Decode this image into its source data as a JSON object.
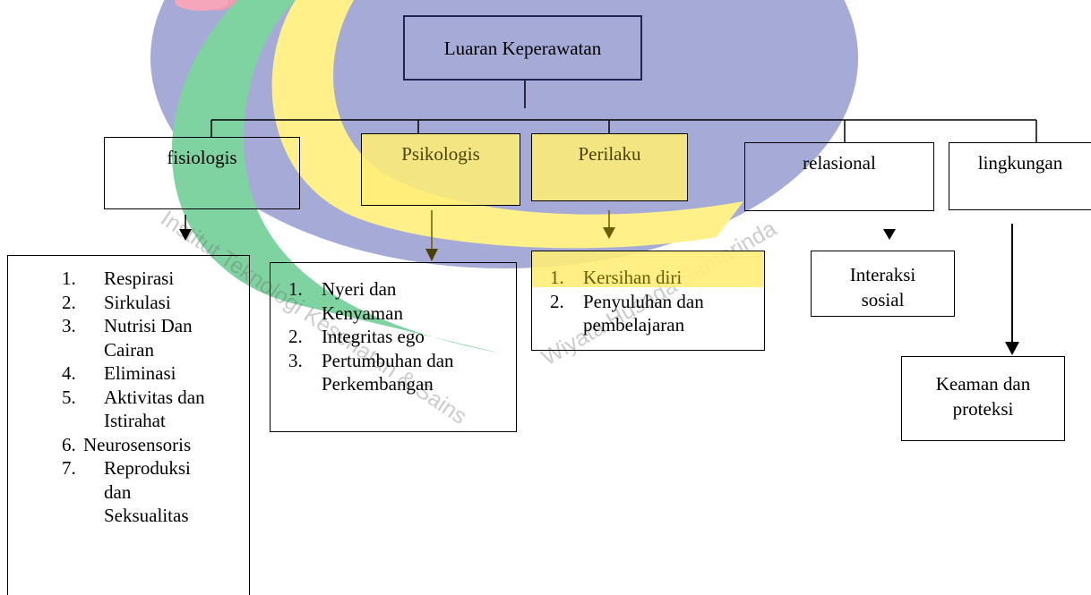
{
  "root": "Luaran Keperawatan",
  "categories": [
    {
      "label": "fisiologis"
    },
    {
      "label": "Psikologis"
    },
    {
      "label": "Perilaku"
    },
    {
      "label": "relasional"
    },
    {
      "label": "lingkungan"
    }
  ],
  "fisiologis_items": [
    {
      "n": "1.",
      "text": "Respirasi"
    },
    {
      "n": "2.",
      "text": "Sirkulasi"
    },
    {
      "n": "3.",
      "text": "Nutrisi Dan Cairan"
    },
    {
      "n": "4.",
      "text": "Eliminasi"
    },
    {
      "n": "5.",
      "text": "Aktivitas dan Istirahat"
    },
    {
      "n": "6.",
      "text": "Neurosensoris"
    },
    {
      "n": "7.",
      "text": "Reproduksi dan Seksualitas"
    }
  ],
  "psikologis_items": [
    {
      "n": "1.",
      "text": "Nyeri dan Kenyaman"
    },
    {
      "n": "2.",
      "text": "Integritas ego"
    },
    {
      "n": "3.",
      "text": "Pertumbuhan dan Perkembangan"
    }
  ],
  "perilaku_items": [
    {
      "n": "1.",
      "text": "Kersihan diri"
    },
    {
      "n": "2.",
      "text": "Penyuluhan dan pembelajaran"
    }
  ],
  "relasional_item": "Interaksi sosial",
  "lingkungan_item": "Keaman dan proteksi",
  "watermark": {
    "arc1": "Institut Teknologi Kesehatan & Sains",
    "arc2": "Wiyata Husada Samarinda"
  },
  "colors": {
    "watermark_blue": "#9aa2cf",
    "watermark_green": "#6fcf97",
    "watermark_yellow": "#ffe85c",
    "box_yellow": "#ffed78",
    "root_border": "#1e2454"
  }
}
